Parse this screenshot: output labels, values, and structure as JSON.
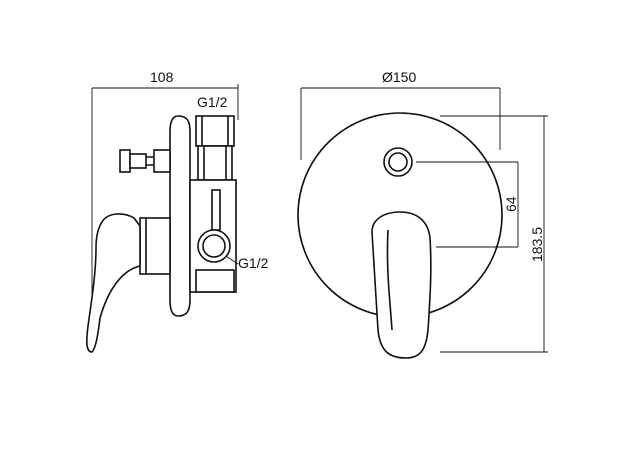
{
  "dimensions": {
    "side_depth": "108",
    "inlet_top": "G1/2",
    "inlet_side": "G1/2",
    "plate_diameter": "Ø150",
    "button_offset": "64",
    "total_height": "183.5"
  },
  "colors": {
    "line": "#111111",
    "background": "#ffffff"
  }
}
